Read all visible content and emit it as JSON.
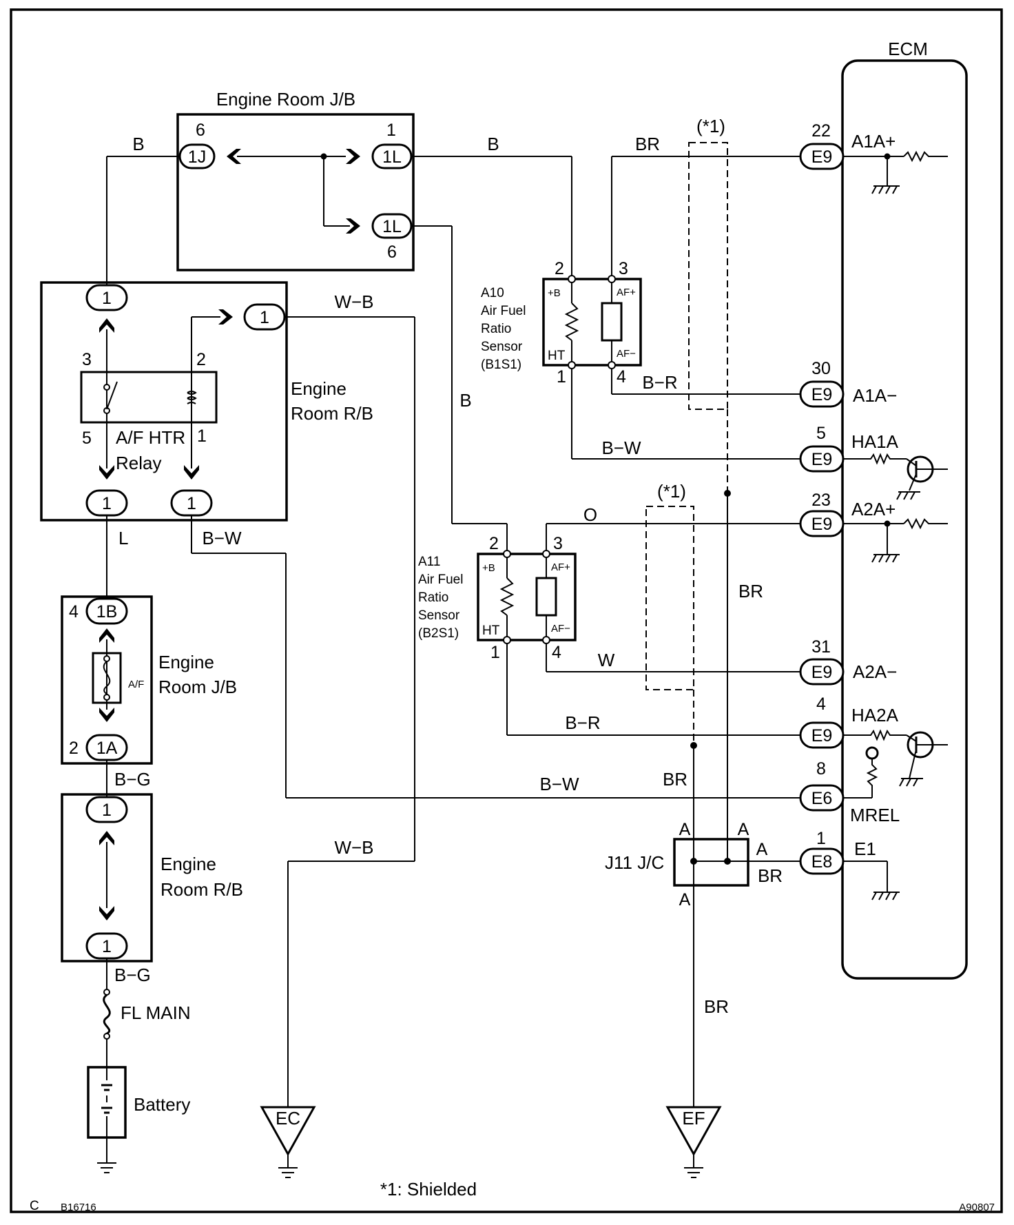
{
  "connectors": {
    "jb_top_1j": "1J",
    "jb_top_1l_a": "1L",
    "jb_top_1l_b": "1L",
    "rb_top_in": "1",
    "rb_top_relay_out": "1",
    "rb_top_out_l": "1",
    "rb_top_out_bw": "1",
    "jb_low_1b": "1B",
    "jb_low_1a": "1A",
    "rb_low_in": "1",
    "rb_low_out": "1",
    "ecm_a1a_plus": "E9",
    "ecm_a1a_minus": "E9",
    "ecm_ha1a": "E9",
    "ecm_a2a_plus": "E9",
    "ecm_a2a_minus": "E9",
    "ecm_ha2a": "E9",
    "ecm_mrel": "E6",
    "ecm_e1": "E8",
    "ground_ec": "EC",
    "ground_ef": "EF"
  },
  "components": {
    "ecm": "ECM",
    "engine_room_jb_top": "Engine Room J/B",
    "engine_room_rb_top_line1": "Engine",
    "engine_room_rb_top_line2": "Room R/B",
    "relay_line1": "A/F HTR",
    "relay_line2": "Relay",
    "engine_room_jb_low_line1": "Engine",
    "engine_room_jb_low_line2": "Room J/B",
    "fuse_af": "A/F",
    "engine_room_rb_low_line1": "Engine",
    "engine_room_rb_low_line2": "Room R/B",
    "fl_main": "FL MAIN",
    "battery": "Battery",
    "a10_id": "A10",
    "a10_line1": "Air Fuel",
    "a10_line2": "Ratio",
    "a10_line3": "Sensor",
    "a10_line4": "(B1S1)",
    "a11_id": "A11",
    "a11_line1": "Air Fuel",
    "a11_line2": "Ratio",
    "a11_line3": "Sensor",
    "a11_line4": "(B2S1)",
    "j11": "J11 J/C"
  },
  "sensor_terminals": {
    "plus_b": "+B",
    "ht": "HT",
    "af_plus": "AF+",
    "af_minus": "AF−"
  },
  "pins": {
    "jb_top_6a": "6",
    "jb_top_1": "1",
    "jb_top_6b": "6",
    "relay_3": "3",
    "relay_2": "2",
    "relay_5": "5",
    "relay_1": "1",
    "jb_low_4": "4",
    "jb_low_2": "2",
    "a10_2": "2",
    "a10_3": "3",
    "a10_1": "1",
    "a10_4": "4",
    "a11_2": "2",
    "a11_3": "3",
    "a11_1": "1",
    "a11_4": "4",
    "ecm_22": "22",
    "ecm_30": "30",
    "ecm_5": "5",
    "ecm_23": "23",
    "ecm_31": "31",
    "ecm_4": "4",
    "ecm_8": "8",
    "ecm_1": "1",
    "j11_a1": "A",
    "j11_a2": "A",
    "j11_a3": "A",
    "j11_a4": "A"
  },
  "wires": {
    "w_b_top_left": "B",
    "w_b_top_mid": "B",
    "w_br_a1a": "BR",
    "w_wb_top": "W−B",
    "w_b_mid": "B",
    "w_br_a1a_minus": "B−R",
    "w_bw_ha1a": "B−W",
    "w_o_a2a": "O",
    "w_l": "L",
    "w_bw_relay": "B−W",
    "w_br_shield": "BR",
    "w_w_a2a_minus": "W",
    "w_br_ha2a": "B−R",
    "w_bg_1": "B−G",
    "w_bw_mrel": "B−W",
    "w_br_mid": "BR",
    "w_wb_low": "W−B",
    "w_br_e1": "BR",
    "w_bg_2": "B−G",
    "w_br_low": "BR"
  },
  "ecm_signals": {
    "a1a_plus": "A1A+",
    "a1a_minus": "A1A−",
    "ha1a": "HA1A",
    "a2a_plus": "A2A+",
    "a2a_minus": "A2A−",
    "ha2a": "HA2A",
    "mrel": "MREL",
    "e1": "E1"
  },
  "shield": {
    "mark1": "(*1)",
    "mark2": "(*1)",
    "note": "*1: Shielded"
  },
  "footer": {
    "left_code": "C",
    "fig_id": "B16716",
    "right_code": "A90807"
  }
}
